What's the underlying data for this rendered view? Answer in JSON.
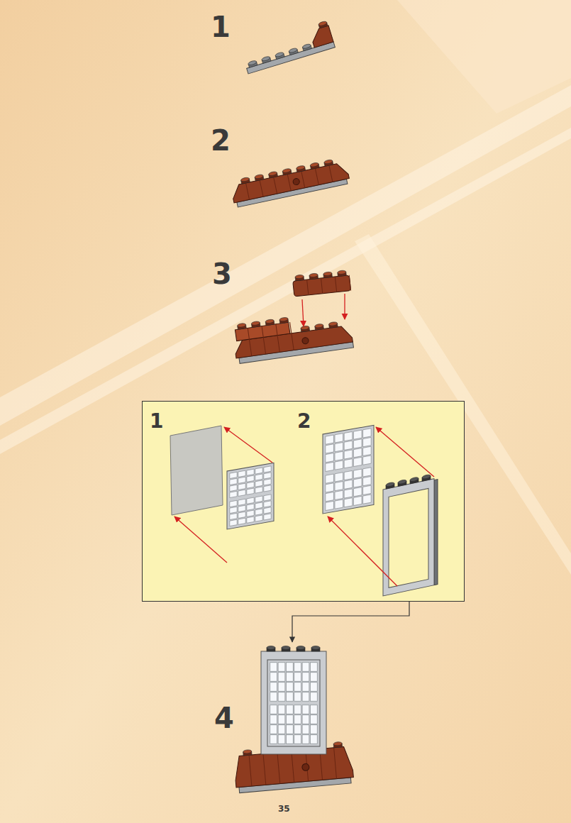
{
  "diagram": {
    "nodes": [
      {
        "text": [
          "1",
          "2"
        ]
      }
    ],
    "labels": [
      "1",
      "2",
      "3",
      "4",
      "35"
    ]
  }
}
